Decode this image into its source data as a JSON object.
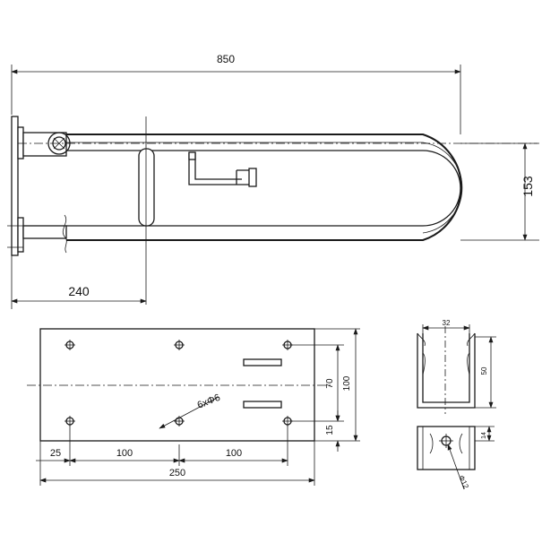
{
  "dimensions": {
    "overall_length": "850",
    "height": "153",
    "support_offset": "240",
    "plate_edge_offset": "25",
    "hole_pitch_1": "100",
    "hole_pitch_2": "100",
    "plate_width": "250",
    "hole_callout": "6xΦ6",
    "hole_vertical_spacing": "70",
    "plate_height": "100",
    "hole_edge_offset": "15",
    "bracket_width": "32",
    "bracket_height": "50",
    "bracket_hole_offset": "14",
    "bracket_hole_dia": "Φ12"
  }
}
